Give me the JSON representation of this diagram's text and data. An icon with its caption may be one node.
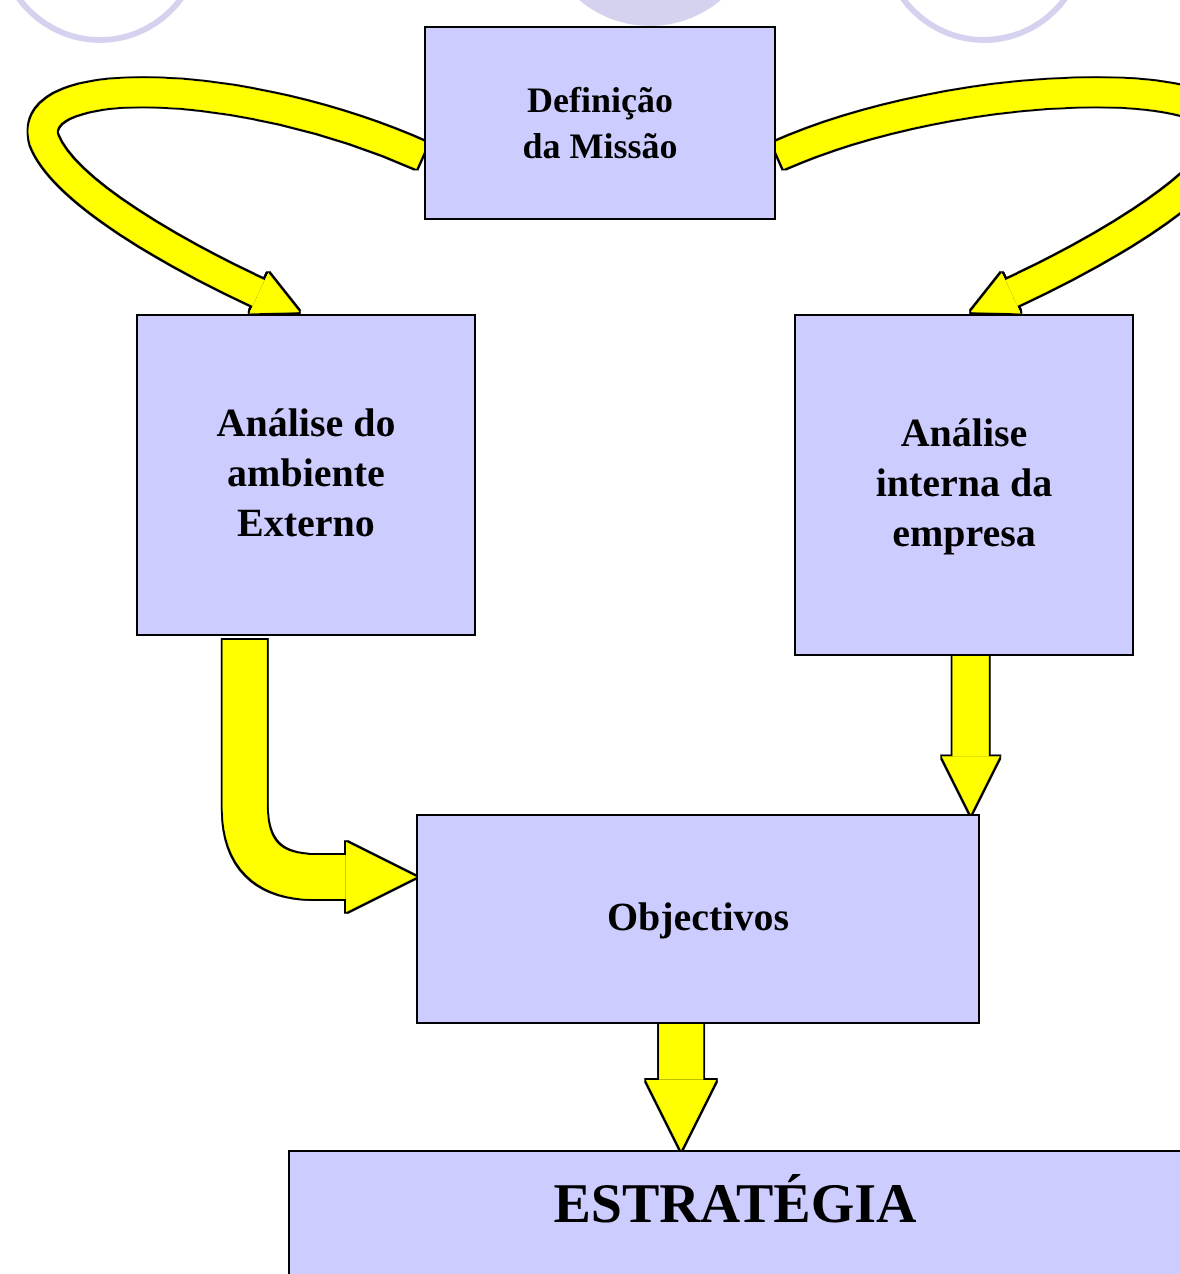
{
  "diagram": {
    "nodes": [
      {
        "text": [
          "Definição da Missão"
        ]
      },
      {
        "text": [
          "Análise do ambiente Externo"
        ]
      },
      {
        "text": [
          "Análise interna da empresa"
        ]
      },
      {
        "text": [
          "Objectivos"
        ]
      },
      {
        "text": [
          "ESTRATÉGIA"
        ]
      }
    ],
    "edges": [
      {
        "from": 0,
        "to": 1,
        "arrow": "to"
      },
      {
        "from": 0,
        "to": 2,
        "arrow": "to"
      },
      {
        "from": 1,
        "to": 3,
        "arrow": "to"
      },
      {
        "from": 2,
        "to": 3,
        "arrow": "to"
      },
      {
        "from": 3,
        "to": 4,
        "arrow": "to"
      }
    ]
  }
}
